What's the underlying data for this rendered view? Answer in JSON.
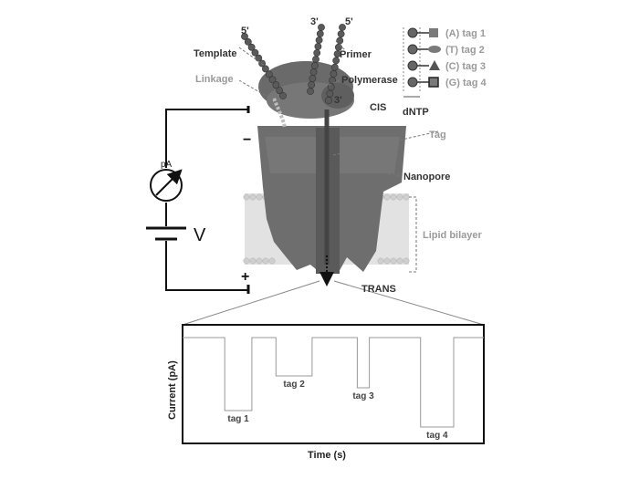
{
  "labels": {
    "template": "Template",
    "five_prime_template": "5'",
    "three_prime_top": "3'",
    "five_prime_primer": "5'",
    "primer": "Primer",
    "linkage": "Linkage",
    "polymerase": "Polymerase",
    "three_prime_mid": "3'",
    "cis": "CIS",
    "tag": "Tag",
    "nanopore": "Nanopore",
    "lipid_bilayer": "Lipid bilayer",
    "trans": "TRANS",
    "ammeter": "pA",
    "voltage": "V",
    "minus": "−",
    "plus": "+"
  },
  "legend": {
    "items": [
      {
        "label": "(A) tag 1",
        "shape": "square"
      },
      {
        "label": "(T) tag 2",
        "shape": "ellipse"
      },
      {
        "label": "(C) tag 3",
        "shape": "triangle"
      },
      {
        "label": "(G) tag 4",
        "shape": "square-outlined"
      }
    ],
    "dntp_label": "dNTP"
  },
  "trace": {
    "ylabel": "Current (pA)",
    "xlabel": "Time (s)",
    "events": [
      {
        "label": "tag 1",
        "level": 0.2
      },
      {
        "label": "tag 2",
        "level": 0.58
      },
      {
        "label": "tag 3",
        "level": 0.45
      },
      {
        "label": "tag 4",
        "level": 0.02
      }
    ]
  },
  "colors": {
    "protein": "#6e6e6e",
    "protein_light": "#8a8a8a",
    "lipid": "#d9d9d9",
    "bead": "#5a5a5a",
    "line": "#111111",
    "trace": "#9a9a9a"
  }
}
